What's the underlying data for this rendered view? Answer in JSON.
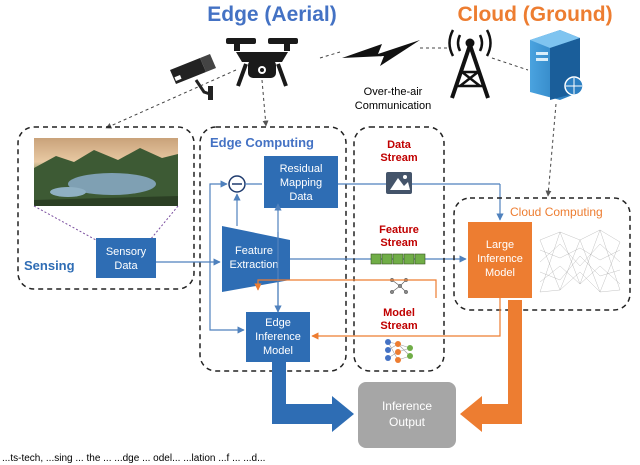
{
  "headers": {
    "edge": "Edge (Aerial)",
    "cloud": "Cloud (Ground)"
  },
  "link": {
    "line1": "Over-the-air",
    "line2": "Communication"
  },
  "sensing": {
    "label": "Sensing",
    "box": [
      "Sensory",
      "Data"
    ]
  },
  "edge_computing": {
    "title": "Edge Computing",
    "residual": [
      "Residual",
      "Mapping",
      "Data"
    ],
    "feature": [
      "Feature",
      "Extraction"
    ],
    "inference": [
      "Edge",
      "Inference",
      "Model"
    ]
  },
  "streams": {
    "data": [
      "Data",
      "Stream"
    ],
    "feature": [
      "Feature",
      "Stream"
    ],
    "model": [
      "Model",
      "Stream"
    ]
  },
  "cloud_computing": {
    "title": "Cloud Computing",
    "model": [
      "Large",
      "Inference",
      "Model"
    ]
  },
  "output": [
    "Inference",
    "Output"
  ],
  "caption": "...ts-tech, ...sing ... the ... ...dge ... odel... ...lation ...f ... ...d...",
  "colors": {
    "edge_blue": "#4472c4",
    "box_blue": "#2e6db4",
    "cloud_orange": "#ed7d31",
    "stream_red": "#c00000",
    "output_gray": "#a6a6a6",
    "sensing_blue": "#2f6db5"
  }
}
